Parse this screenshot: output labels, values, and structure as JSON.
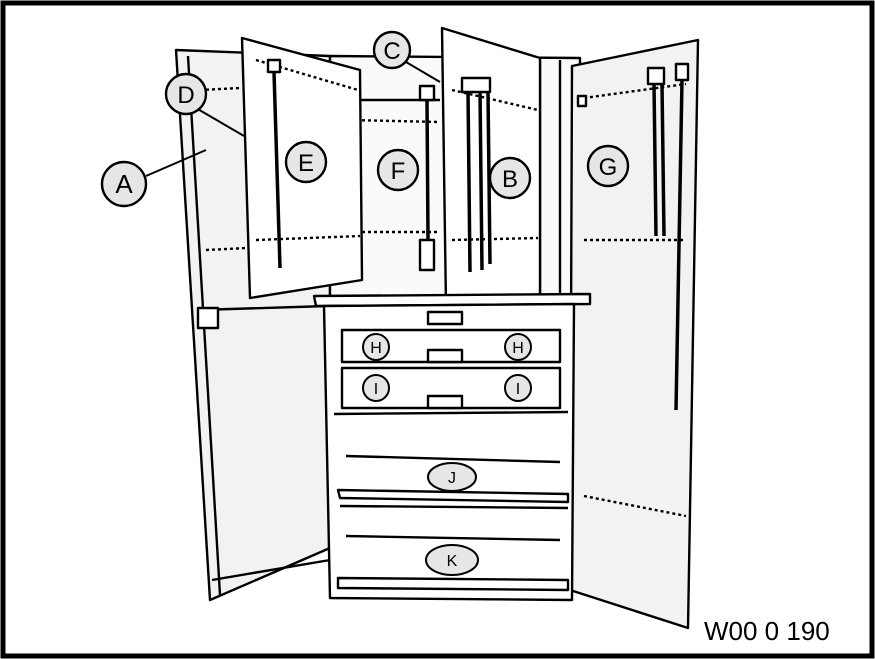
{
  "diagram": {
    "caption": "W00 0 190",
    "labels": {
      "a": "A",
      "b": "B",
      "c": "C",
      "d": "D",
      "e": "E",
      "f": "F",
      "g": "G",
      "h_left": "H",
      "h_right": "H",
      "i_left": "I",
      "i_right": "I",
      "j": "J",
      "k": "K"
    }
  }
}
